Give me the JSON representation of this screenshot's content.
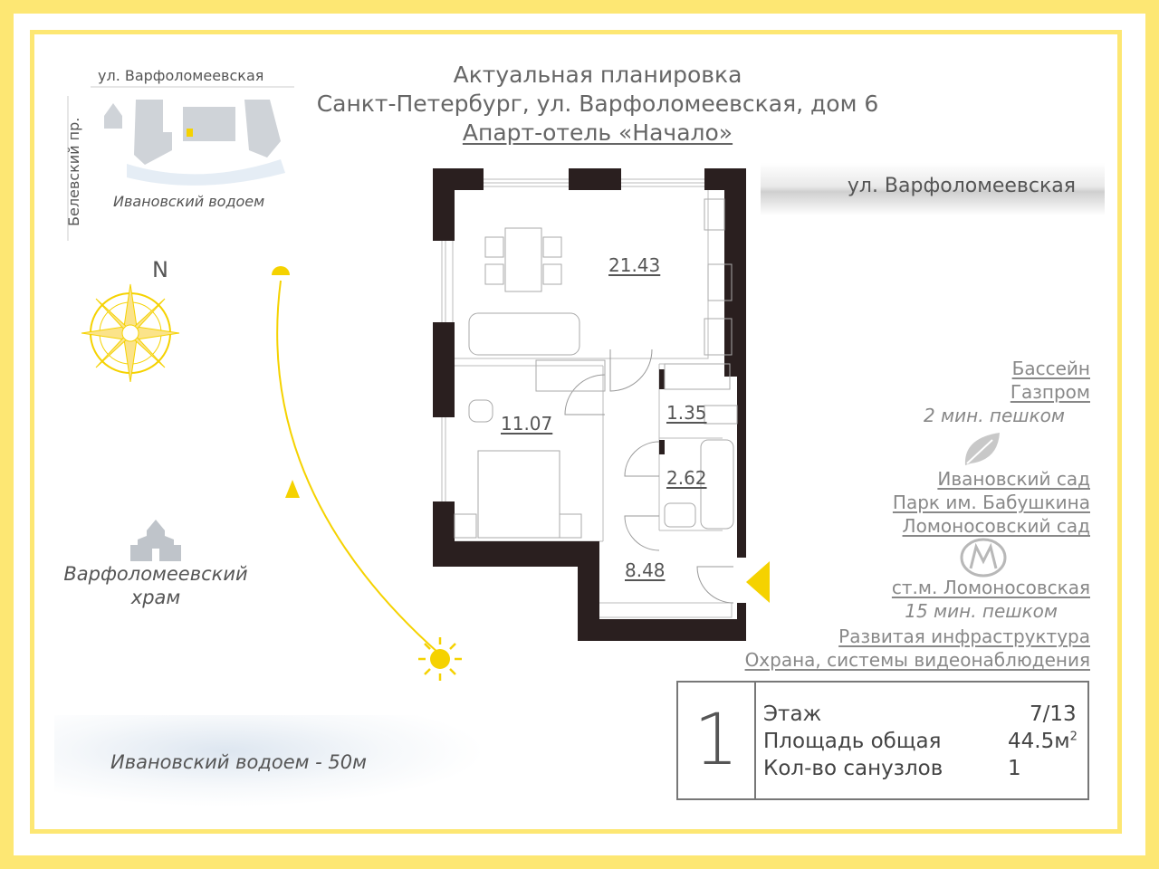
{
  "header": {
    "line1": "Актуальная планировка",
    "line2": "Санкт-Петербург, ул. Варфоломеевская, дом 6",
    "line3": "Апарт-отель «Начало»"
  },
  "mini_map": {
    "street_top": "ул. Варфоломеевская",
    "street_side": "Белевский пр.",
    "water": "Ивановский водоем"
  },
  "compass": {
    "north": "N"
  },
  "church": {
    "line1": "Варфоломеевский",
    "line2": "храм"
  },
  "bottom_water": "Ивановский водоем - 50м",
  "street_right": "ул. Варфоломеевская",
  "rooms": {
    "living": "21.43",
    "bedroom": "11.07",
    "wc": "1.35",
    "bath": "2.62",
    "hall": "8.48"
  },
  "amenities": {
    "pool_line1": "Бассейн",
    "pool_line2": "Газпром",
    "pool_walk": "2 мин. пешком",
    "garden1": "Ивановский сад",
    "garden2": "Парк им. Бабушкина",
    "garden3": "Ломоносовский сад",
    "metro": "ст.м. Ломоносовская",
    "metro_walk": "15 мин. пешком",
    "infra": "Развитая инфраструктура",
    "security": "Охрана, системы видеонаблюдения"
  },
  "info": {
    "rooms_count": "1",
    "floor_label": "Этаж",
    "floor_value": "7/13",
    "area_label": "Площадь общая",
    "area_value": "44.5м",
    "area_sup": "2",
    "bath_label": "Кол-во санузлов",
    "bath_value": "1"
  },
  "colors": {
    "frame": "#fde773",
    "wall": "#2a1f1f",
    "sun": "#f5d200"
  }
}
